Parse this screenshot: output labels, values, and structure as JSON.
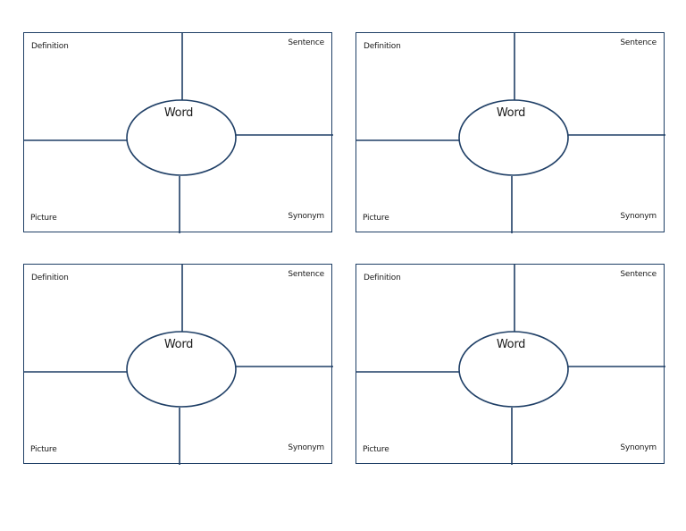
{
  "cards": [
    {
      "definition": "Definition",
      "sentence": "Sentence",
      "word": "Word",
      "picture": "Picture",
      "synonym": "Synonym"
    },
    {
      "definition": "Definition",
      "sentence": "Sentence",
      "word": "Word",
      "picture": "Picture",
      "synonym": "Synonym"
    },
    {
      "definition": "Definition",
      "sentence": "Sentence",
      "word": "Word",
      "picture": "Picture",
      "synonym": "Synonym"
    },
    {
      "definition": "Definition",
      "sentence": "Sentence",
      "word": "Word",
      "picture": "Picture",
      "synonym": "Synonym"
    }
  ],
  "colors": {
    "line": "#1f3f66"
  }
}
